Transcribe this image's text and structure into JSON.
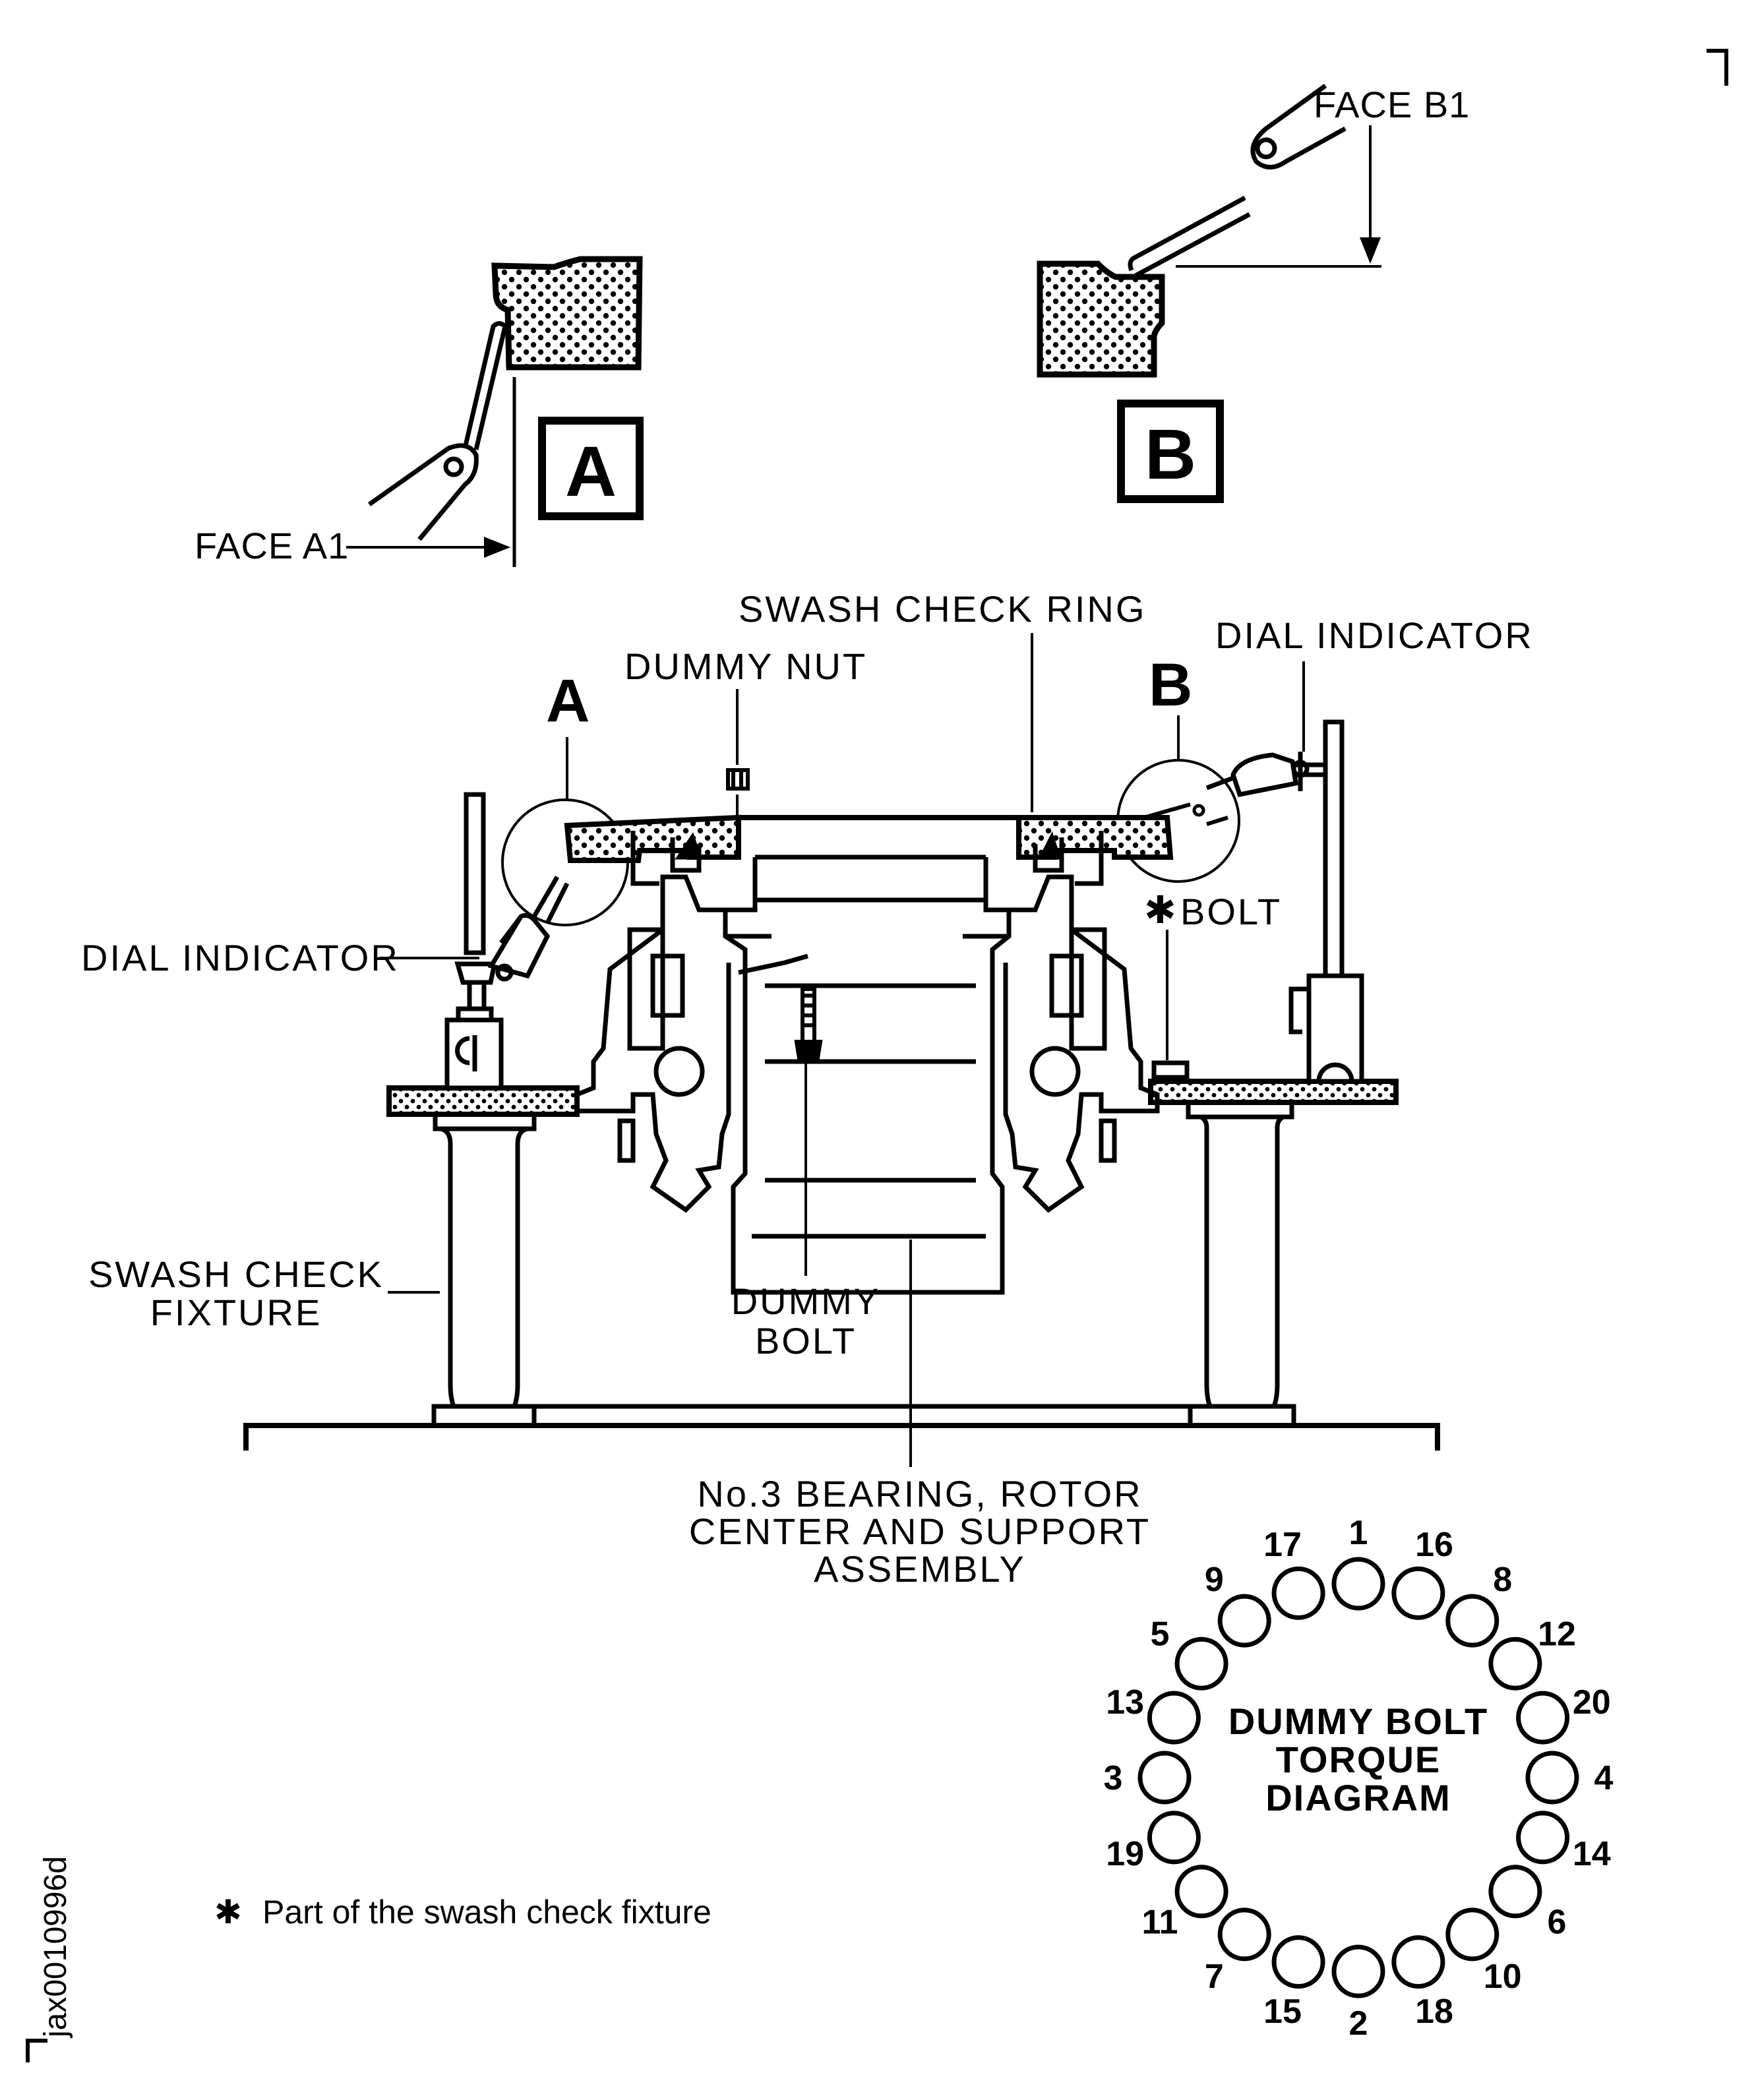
{
  "detail_views": {
    "a": {
      "box_label": "A",
      "face_label": "FACE A1"
    },
    "b": {
      "box_label": "B",
      "face_label": "FACE B1"
    }
  },
  "assembly": {
    "callouts": {
      "swash_check_ring": "SWASH CHECK RING",
      "dummy_nut": "DUMMY NUT",
      "dial_indicator_right": "DIAL INDICATOR",
      "dial_indicator_left": "DIAL INDICATOR",
      "detail_a": "A",
      "detail_b": "B",
      "bolt": "BOLT",
      "bolt_marker": "✱",
      "swash_check_fixture_line1": "SWASH CHECK",
      "swash_check_fixture_line2": "FIXTURE",
      "dummy_bolt_line1": "DUMMY",
      "dummy_bolt_line2": "BOLT",
      "bearing_line1": "No.3 BEARING, ROTOR",
      "bearing_line2": "CENTER AND SUPPORT",
      "bearing_line3": "ASSEMBLY"
    }
  },
  "torque_diagram": {
    "title_line1": "DUMMY BOLT",
    "title_line2": "TORQUE",
    "title_line3": "DIAGRAM",
    "bolt_sequence_clockwise_from_top": [
      1,
      16,
      8,
      12,
      20,
      4,
      14,
      6,
      10,
      18,
      2,
      15,
      7,
      11,
      19,
      3,
      13,
      5,
      9,
      17
    ]
  },
  "footnote": {
    "marker": "✱",
    "text": "Part of the swash check fixture"
  },
  "figure_code": "jax0010996d"
}
